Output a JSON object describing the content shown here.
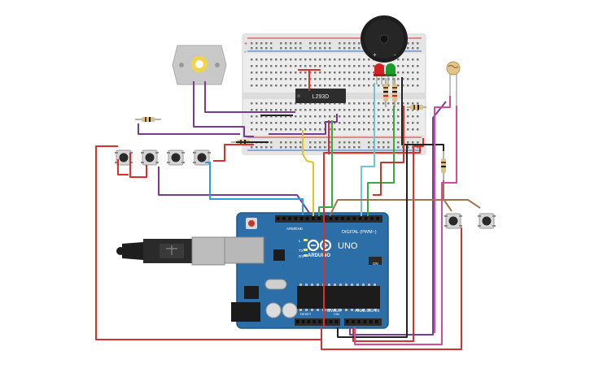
{
  "chip": {
    "label": "L293D"
  },
  "arduino": {
    "brand": "ARDUINO",
    "model": "UNO",
    "digital_label": "DIGITAL (PWM~)",
    "power_label": "POWER",
    "analog_label": "ANALOG IN",
    "aref_label": "AREF",
    "gnd_label": "GND",
    "led_l": "L",
    "led_tx": "TX",
    "led_rx": "RX",
    "on_label": "ON",
    "reset_label": "RESET",
    "vin_label": "VIN"
  },
  "breadboard": {
    "plus_label": "+",
    "minus_label": "-"
  },
  "buzzer": {
    "plus_label": "+",
    "minus_label": "-"
  },
  "colors": {
    "board": "#2b6ea8",
    "header": "#2a2a2a",
    "wire_red": "#d9302c",
    "wire_purple": "#7a3b96",
    "wire_blue": "#2a9fd6",
    "wire_green": "#3aa845",
    "wire_yellow": "#e6c21f",
    "wire_black": "#222222",
    "wire_brown": "#a0734a",
    "wire_pink": "#d64a9a",
    "wire_cyan": "#6fc4d6",
    "led_red": "#d42020",
    "led_green": "#1c9a2a"
  }
}
